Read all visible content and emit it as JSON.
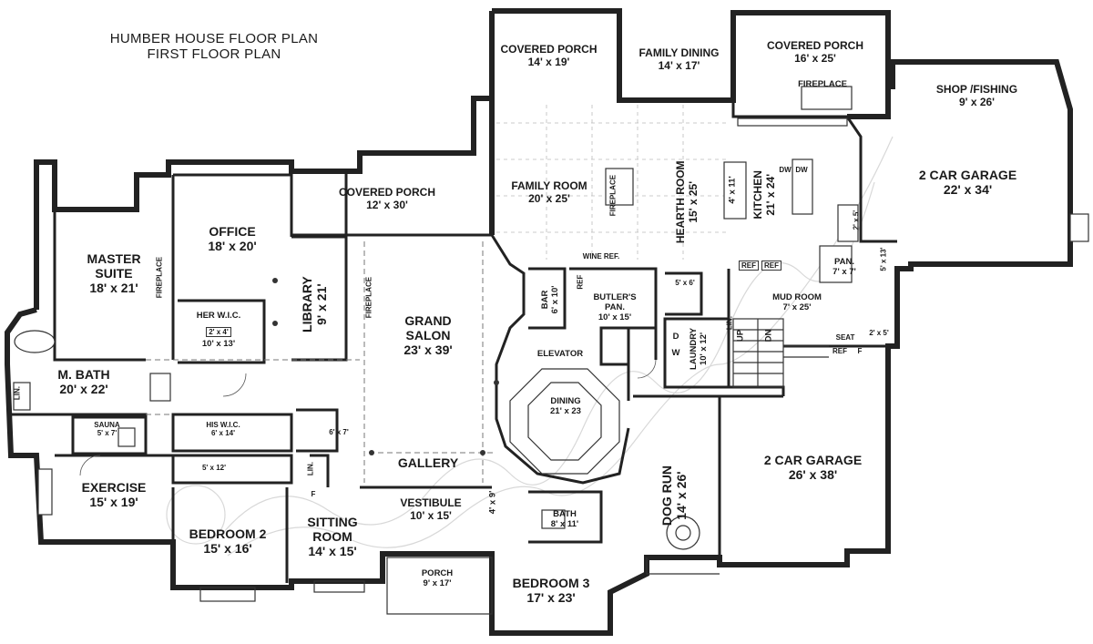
{
  "title": {
    "line1": "HUMBER HOUSE FLOOR PLAN",
    "line2": "FIRST FLOOR PLAN"
  },
  "rooms": {
    "covered_porch_1": {
      "name": "COVERED PORCH",
      "size": "14' x 19'"
    },
    "family_dining": {
      "name": "FAMILY DINING",
      "size": "14' x 17'"
    },
    "covered_porch_2": {
      "name": "COVERED PORCH",
      "size": "16' x 25'"
    },
    "shop_fishing": {
      "name": "SHOP /FISHING",
      "size": "9' x 26'"
    },
    "garage_top": {
      "name": "2 CAR GARAGE",
      "size": "22' x 34'"
    },
    "family_room": {
      "name": "FAMILY ROOM",
      "size": "20' x 25'"
    },
    "hearth_room": {
      "name": "HEARTH ROOM",
      "size": "15' x 25'"
    },
    "kitchen": {
      "name": "KITCHEN",
      "size": "21' x 24'"
    },
    "island": {
      "size": "4' x 11'"
    },
    "covered_porch_3": {
      "name": "COVERED PORCH",
      "size": "12' x 30'"
    },
    "office": {
      "name": "OFFICE",
      "size": "18' x 20'"
    },
    "master_suite": {
      "name": "MASTER SUITE",
      "size": "18' x 21'"
    },
    "library": {
      "name": "LIBRARY",
      "size": "9' x 21'"
    },
    "her_wic": {
      "name": "HER W.I.C.",
      "size": "10' x 13'",
      "inner": "2' x 4'"
    },
    "grand_salon": {
      "name": "GRAND SALON",
      "size": "23' x 39'"
    },
    "bar": {
      "name": "BAR",
      "size": "6' x 10'"
    },
    "butlers_pan": {
      "name": "BUTLER'S PAN.",
      "size": "10' x 15'"
    },
    "wine_ref": {
      "name": "WINE REF."
    },
    "pan": {
      "name": "PAN.",
      "size": "7' x 7'"
    },
    "mud_room": {
      "name": "MUD ROOM",
      "size": "7' x 25'"
    },
    "laundry": {
      "name": "LAUNDRY",
      "size": "10' x 12'"
    },
    "m_bath": {
      "name": "M. BATH",
      "size": "20' x 22'"
    },
    "sauna": {
      "name": "SAUNA",
      "size": "5' x 7'"
    },
    "his_wic": {
      "name": "HIS W.I.C.",
      "size": "6' x 14'"
    },
    "dining": {
      "name": "DINING",
      "size": "21' x 23"
    },
    "elevator": {
      "name": "ELEVATOR"
    },
    "dog_run": {
      "name": "DOG RUN",
      "size": "14' x 26'"
    },
    "garage_bottom": {
      "name": "2 CAR GARAGE",
      "size": "26' x 38'"
    },
    "exercise": {
      "name": "EXERCISE",
      "size": "15' x 19'"
    },
    "gallery": {
      "name": "GALLERY"
    },
    "vestibule": {
      "name": "VESTIBULE",
      "size": "10' x 15'"
    },
    "bath": {
      "name": "BATH",
      "size": "8' x 11'"
    },
    "bedroom_2": {
      "name": "BEDROOM 2",
      "size": "15' x 16'"
    },
    "sitting_room": {
      "name": "SITTING ROOM",
      "size": "14' x 15'"
    },
    "porch": {
      "name": "PORCH",
      "size": "9' x 17'"
    },
    "bedroom_3": {
      "name": "BEDROOM 3",
      "size": "17' x 23'"
    }
  },
  "small_labels": {
    "fireplace": "FIREPLACE",
    "dw": "DW",
    "ref": "REF",
    "lin": "LIN.",
    "seat": "SEAT",
    "f": "F",
    "d": "D",
    "w": "W",
    "up": "UP",
    "dn": "DN",
    "size_5x6": "5' x 6'",
    "size_5x13": "5' x 13'",
    "size_2x5": "2' x 5'",
    "size_2x5b": "2' x 5'",
    "size_6x7": "6' x 7'",
    "size_5x12": "5' x 12'",
    "size_4x9": "4' x 9'"
  }
}
